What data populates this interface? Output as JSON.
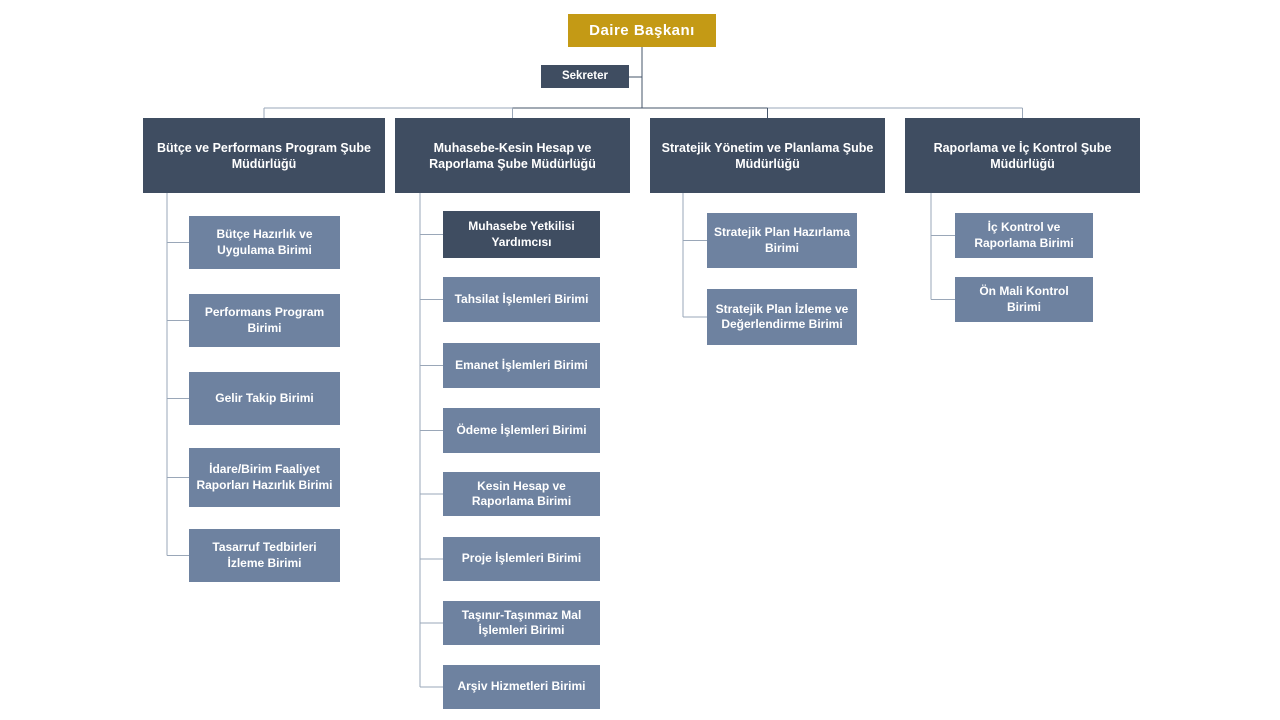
{
  "chart": {
    "type": "org-chart",
    "root": {
      "label": "Daire Başkanı"
    },
    "assistant": {
      "label": "Sekreter"
    },
    "branches": [
      {
        "label": "Bütçe ve Performans Program Şube Müdürlüğü",
        "children": [
          {
            "label": "Bütçe Hazırlık ve Uygulama Birimi",
            "variant": "light"
          },
          {
            "label": "Performans Program Birimi",
            "variant": "light"
          },
          {
            "label": "Gelir Takip Birimi",
            "variant": "light"
          },
          {
            "label": "İdare/Birim Faaliyet Raporları Hazırlık Birimi",
            "variant": "light"
          },
          {
            "label": "Tasarruf Tedbirleri İzleme Birimi",
            "variant": "light"
          }
        ]
      },
      {
        "label": "Muhasebe-Kesin Hesap ve Raporlama Şube Müdürlüğü",
        "children": [
          {
            "label": "Muhasebe Yetkilisi Yardımcısı",
            "variant": "dark"
          },
          {
            "label": "Tahsilat İşlemleri Birimi",
            "variant": "light"
          },
          {
            "label": "Emanet İşlemleri Birimi",
            "variant": "light"
          },
          {
            "label": "Ödeme İşlemleri Birimi",
            "variant": "light"
          },
          {
            "label": "Kesin Hesap ve Raporlama Birimi",
            "variant": "light"
          },
          {
            "label": "Proje İşlemleri Birimi",
            "variant": "light"
          },
          {
            "label": "Taşınır-Taşınmaz Mal İşlemleri Birimi",
            "variant": "light"
          },
          {
            "label": "Arşiv Hizmetleri Birimi",
            "variant": "light"
          }
        ]
      },
      {
        "label": "Stratejik Yönetim ve Planlama Şube Müdürlüğü",
        "children": [
          {
            "label": "Stratejik Plan Hazırlama Birimi",
            "variant": "light"
          },
          {
            "label": "Stratejik Plan İzleme ve Değerlendirme Birimi",
            "variant": "light"
          }
        ]
      },
      {
        "label": "Raporlama ve İç Kontrol Şube Müdürlüğü",
        "children": [
          {
            "label": "İç Kontrol ve Raporlama Birimi",
            "variant": "light"
          },
          {
            "label": "Ön Mali Kontrol Birimi",
            "variant": "light"
          }
        ]
      }
    ],
    "colors": {
      "root_bg": "#C49A15",
      "dark_bg": "#3F4D61",
      "light_bg": "#6E82A0",
      "text": "#FFFFFF",
      "connector": "#9AA7B8",
      "connector_dark": "#44546A"
    }
  }
}
